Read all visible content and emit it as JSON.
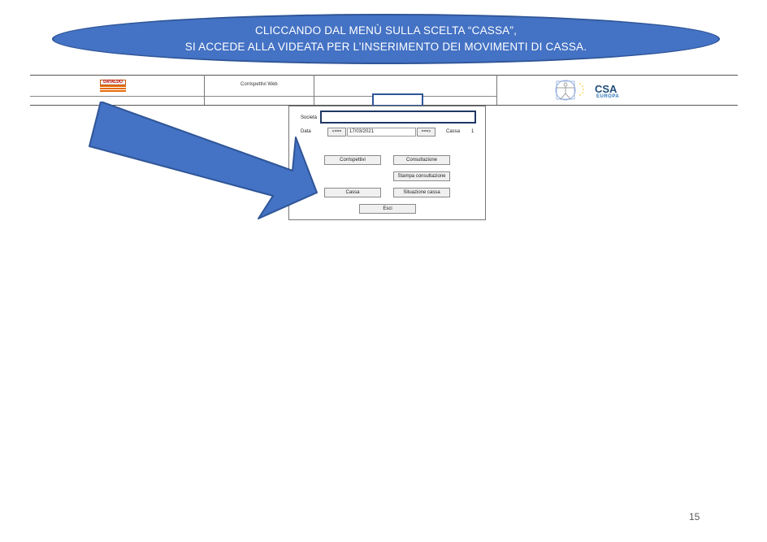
{
  "callout": {
    "line1": "CLICCANDO DAL MENÙ SULLA SCELTA “CASSA”,",
    "line2": "SI ACCEDE ALLA VIDEATA PER L’INSERIMENTO DEI MOVIMENTI DI CASSA."
  },
  "header": {
    "logo_left_text": "DATALDO",
    "title": "Corrispettivi Web",
    "logo_right_text": "CSA",
    "logo_right_sub": "EUROPA"
  },
  "dialog": {
    "societa_label": "Società",
    "societa_value": "",
    "data_label": "Data",
    "prev_button": "<===",
    "date_value": "17/03/2021",
    "next_button": "===>",
    "cassa_label": "Cassa",
    "cassa_value": "1",
    "buttons": {
      "corrispettivi": "Corrispettivi",
      "consultazione": "Consultazione",
      "stampa_consultazione": "Stampa consultazione",
      "cassa": "Cassa",
      "situazione_cassa": "Situazione cassa",
      "esci": "Esci"
    }
  },
  "colors": {
    "callout_fill": "#4472c4",
    "arrow_fill": "#4472c4",
    "highlight_border": "#2f5597"
  },
  "page_number": "15"
}
